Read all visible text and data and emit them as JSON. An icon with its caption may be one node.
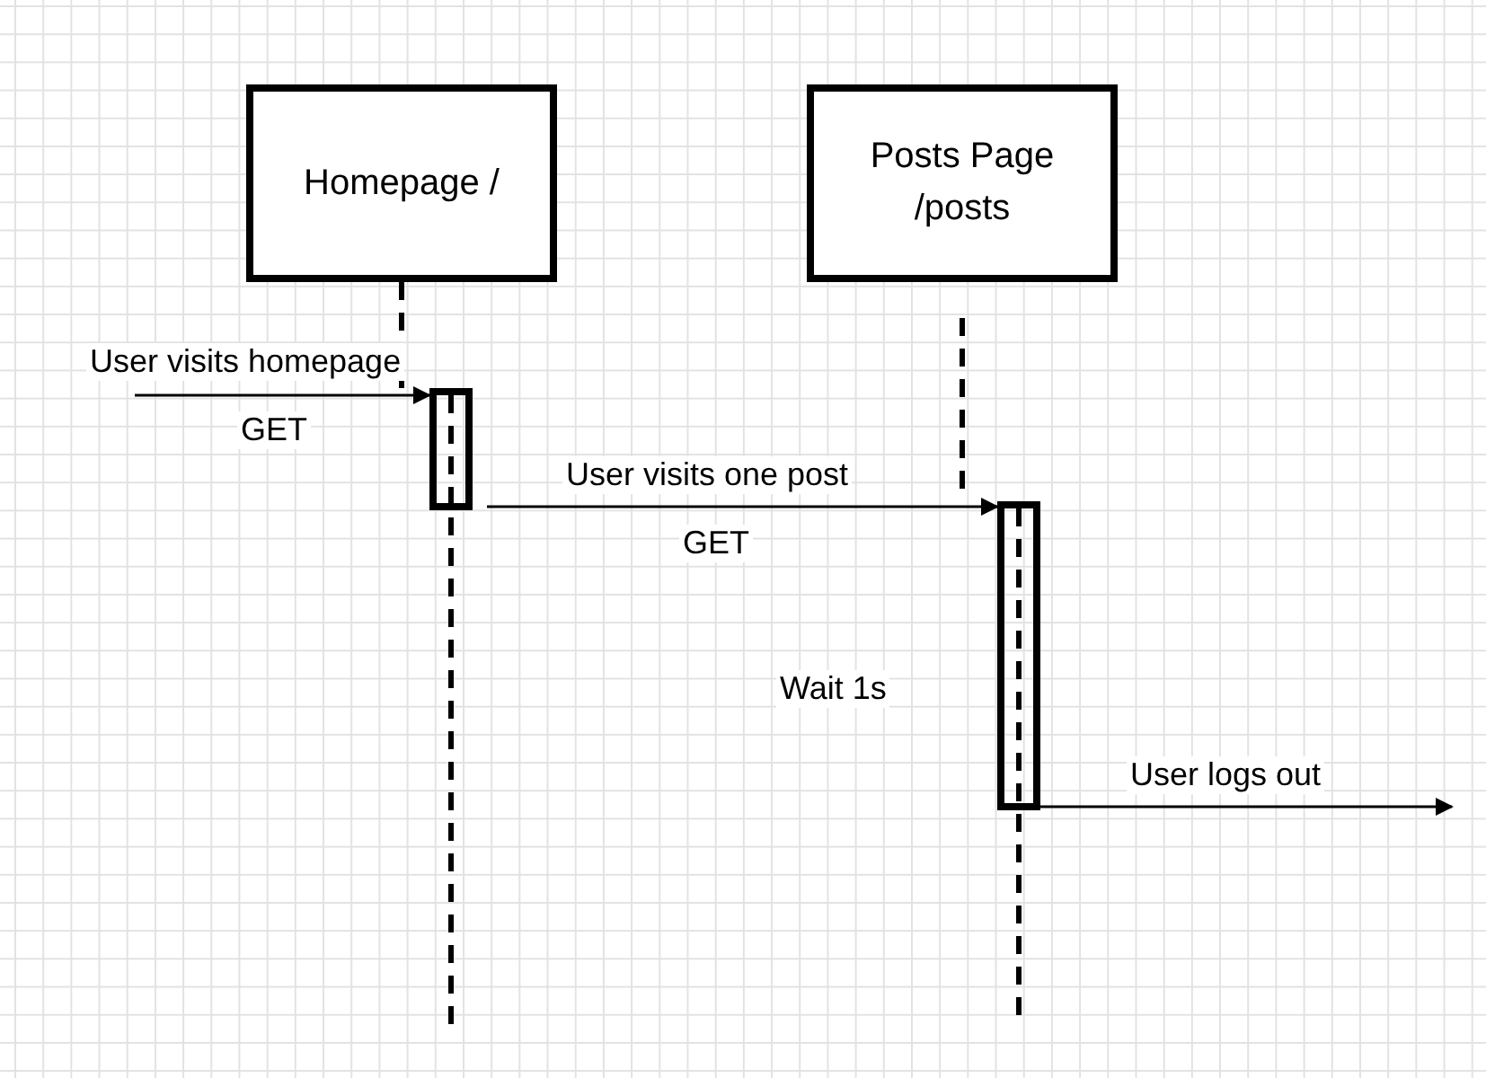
{
  "diagram": {
    "nodes": [
      {
        "text": [
          "Homepage /"
        ]
      },
      {
        "text": [
          "Posts Page /posts"
        ]
      },
      {
        "text": [],
        "shape": "bar"
      },
      {
        "text": [],
        "shape": "bar"
      }
    ],
    "edges": [
      {
        "from": 0,
        "to": 2,
        "arrow": "none",
        "style": "dashed"
      },
      {
        "from": 1,
        "to": 3,
        "arrow": "none",
        "style": "dashed"
      },
      {
        "from": null,
        "to": 2,
        "arrow": "to",
        "label": "User visits homepage"
      },
      {
        "from": 2,
        "to": 3,
        "arrow": "to",
        "label": "User visits one post"
      },
      {
        "from": 3,
        "to": null,
        "arrow": "to",
        "label": "User logs out"
      }
    ],
    "labels": [
      "GET",
      "GET",
      "Wait 1s"
    ]
  }
}
